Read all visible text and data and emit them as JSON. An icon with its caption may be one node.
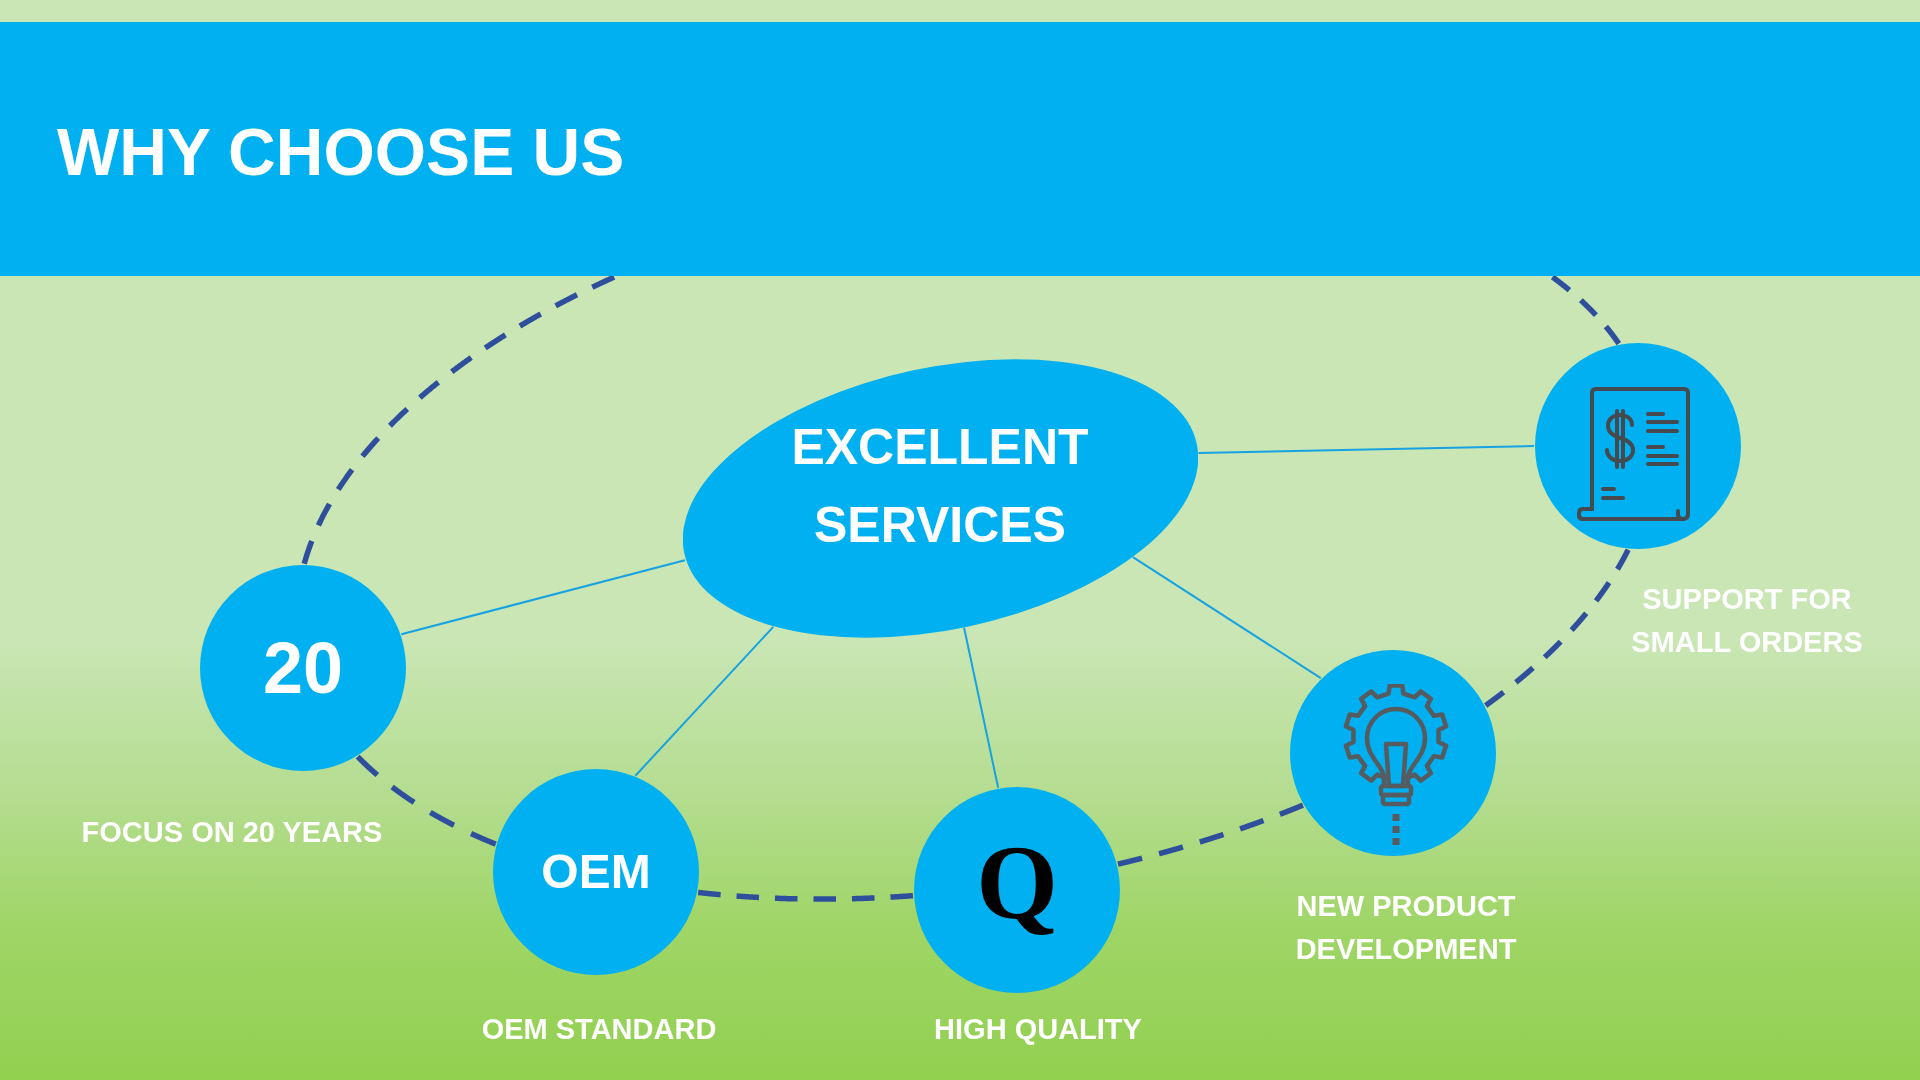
{
  "diagram": {
    "title": "WHY CHOOSE US",
    "nodes": [
      {
        "text": [
          "EXCELLENT SERVICES"
        ]
      },
      {
        "text": [
          "20"
        ],
        "beside": [
          "FOCUS ON 20 YEARS"
        ]
      },
      {
        "text": [
          "OEM"
        ],
        "beside": [
          "OEM STANDARD"
        ]
      },
      {
        "text": [
          "Q"
        ],
        "beside": [
          "HIGH QUALITY"
        ]
      },
      {
        "text": [],
        "shape": "circle",
        "beside": [
          "NEW PRODUCT DEVELOPMENT"
        ]
      },
      {
        "text": [],
        "shape": "circle",
        "beside": [
          "SUPPORT FOR SMALL ORDERS"
        ]
      }
    ],
    "edges": [
      {
        "from": 0,
        "to": 1,
        "arrow": "none"
      },
      {
        "from": 0,
        "to": 2,
        "arrow": "none"
      },
      {
        "from": 0,
        "to": 3,
        "arrow": "none"
      },
      {
        "from": 0,
        "to": 4,
        "arrow": "none"
      },
      {
        "from": 0,
        "to": 5,
        "arrow": "none"
      },
      {
        "from": 1,
        "to": 2,
        "arrow": "none",
        "style": "dashed",
        "color": "#2f4f9c"
      },
      {
        "from": 2,
        "to": 3,
        "arrow": "none",
        "style": "dashed",
        "color": "#2f4f9c"
      },
      {
        "from": 3,
        "to": 4,
        "arrow": "none",
        "style": "dashed",
        "color": "#2f4f9c"
      },
      {
        "from": 4,
        "to": 5,
        "arrow": "none",
        "style": "dashed",
        "color": "#2f4f9c"
      },
      {
        "from": 1,
        "to": null,
        "arrow": "none",
        "style": "dashed",
        "color": "#2f4f9c"
      },
      {
        "from": 5,
        "to": null,
        "arrow": "none",
        "style": "dashed",
        "color": "#2f4f9c"
      }
    ]
  }
}
